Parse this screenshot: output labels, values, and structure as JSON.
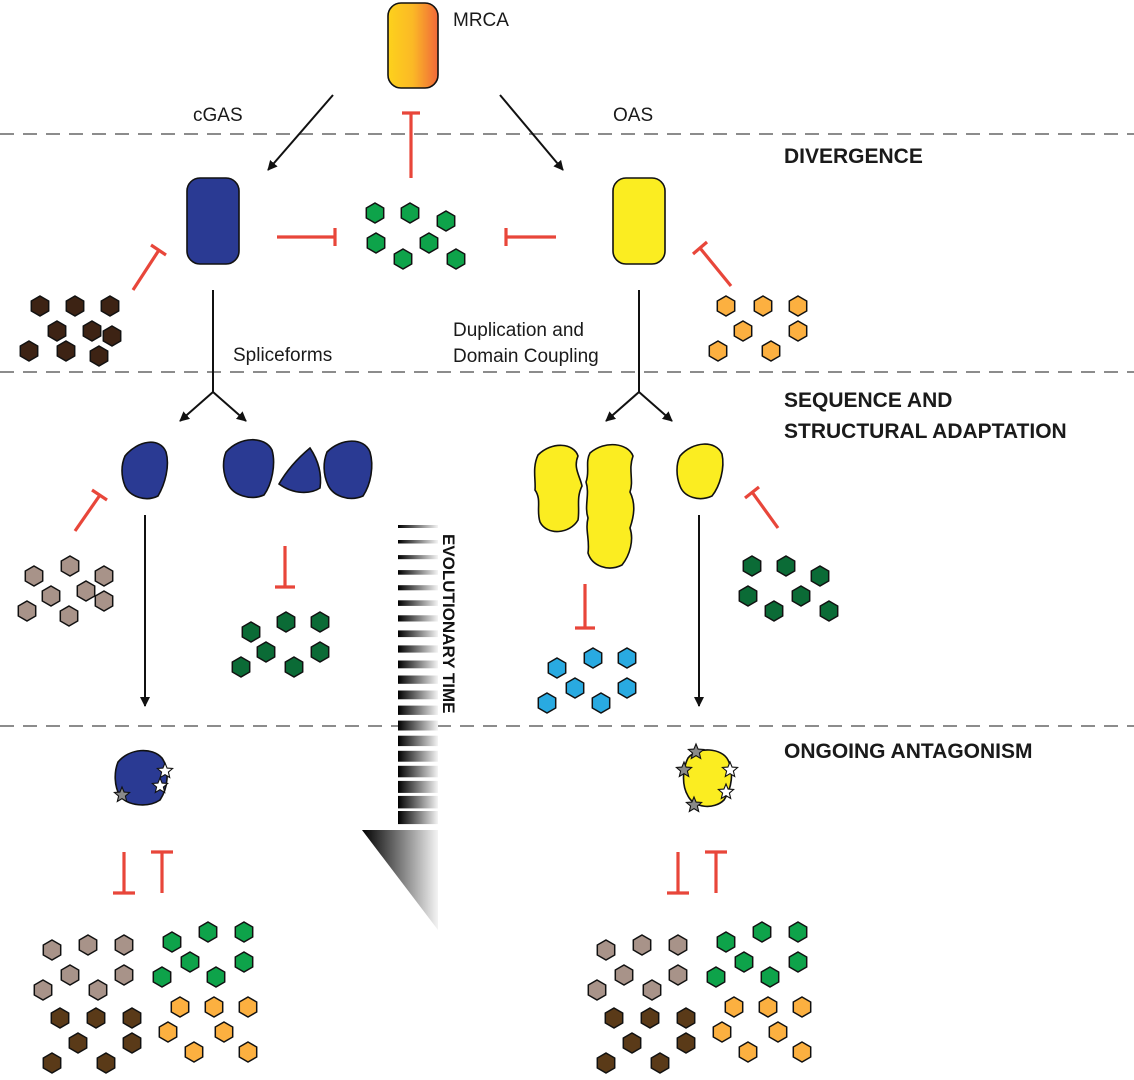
{
  "labels": {
    "mrca": "MRCA",
    "cgas": "cGAS",
    "oas": "OAS",
    "spliceforms": "Spliceforms",
    "duplication_line1": "Duplication and",
    "duplication_line2": "Domain Coupling"
  },
  "stages": {
    "divergence": "DIVERGENCE",
    "adaptation_line1": "SEQUENCE AND",
    "adaptation_line2": "STRUCTURAL ADAPTATION",
    "antagonism": "ONGOING ANTAGONISM"
  },
  "time_axis": "EVOLUTIONARY TIME",
  "colors": {
    "cgas": "#2a3a93",
    "oas": "#fbed21",
    "mrca_start": "#fdd21c",
    "mrca_end": "#f0683a",
    "inhibition": "#e8463a",
    "virus_dark_brown": "#3d2314",
    "virus_brown": "#5a3a18",
    "virus_taupe": "#a89389",
    "virus_green": "#0ea34a",
    "virus_dark_green": "#0b6b36",
    "virus_orange": "#fcb040",
    "virus_blue": "#29aae1"
  }
}
